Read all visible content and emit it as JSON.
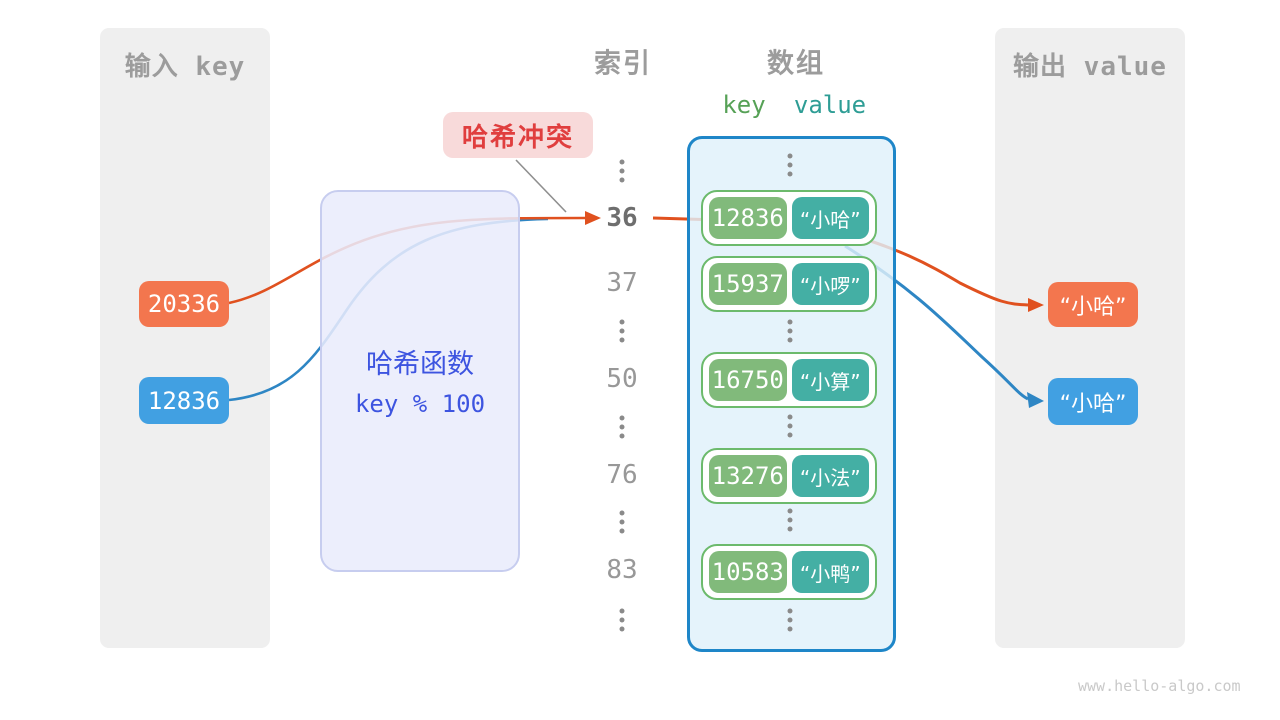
{
  "footer": "www.hello-algo.com",
  "input_panel": {
    "title": "输入 key",
    "keys": [
      {
        "value": "20336",
        "color": "orange"
      },
      {
        "value": "12836",
        "color": "blue"
      }
    ]
  },
  "output_panel": {
    "title": "输出 value",
    "values": [
      {
        "value": "“小哈”",
        "color": "orange"
      },
      {
        "value": "“小哈”",
        "color": "blue"
      }
    ]
  },
  "hash_function": {
    "name": "哈希函数",
    "formula": "key % 100"
  },
  "collision_badge": "哈希冲突",
  "index_column": {
    "title": "索引",
    "indices": [
      "36",
      "37",
      "50",
      "76",
      "83"
    ],
    "highlighted_index": "36"
  },
  "array_column": {
    "title": "数组",
    "key_header": "key",
    "value_header": "value",
    "buckets": [
      {
        "key": "12836",
        "value": "“小哈”"
      },
      {
        "key": "15937",
        "value": "“小啰”"
      },
      {
        "key": "16750",
        "value": "“小算”"
      },
      {
        "key": "13276",
        "value": "“小法”"
      },
      {
        "key": "10583",
        "value": "“小鸭”"
      }
    ]
  },
  "colors": {
    "orange": "#F3764E",
    "blue": "#41A0E2",
    "orange_stroke": "#E0511F",
    "blue_stroke": "#2E86C4",
    "green_key_pill": "#81BA7B",
    "teal_value_pill": "#44AFA4",
    "collision_red": "#E03E3E",
    "hash_blue": "#3D54E0",
    "array_border_blue": "#1E86C8",
    "bucket_border_green": "#6CBA6C"
  }
}
